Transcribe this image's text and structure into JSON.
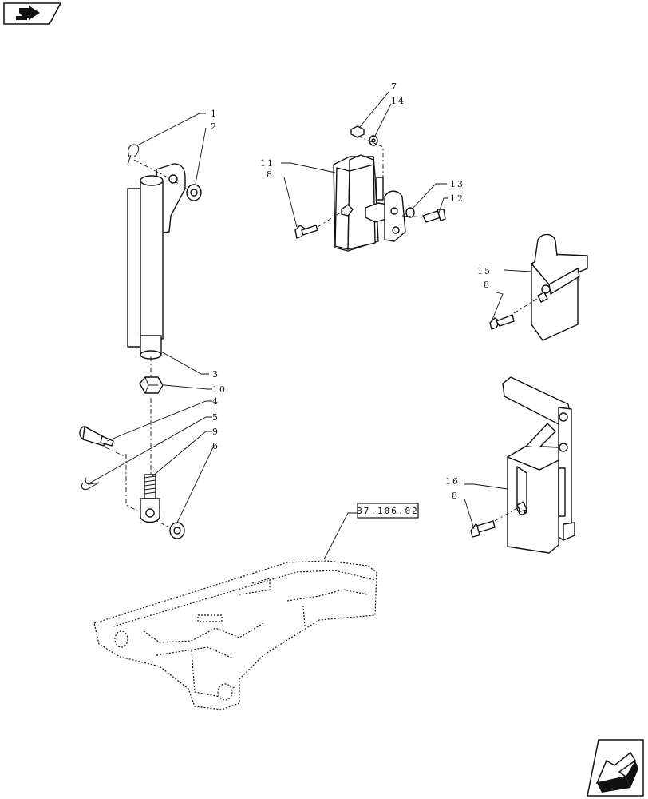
{
  "nav": {
    "top_icon": "page-back-arrow-icon",
    "bottom_icon": "page-forward-arrow-icon"
  },
  "callouts": {
    "c1": "1",
    "c2": "2",
    "c3": "3",
    "c4": "4",
    "c5": "5",
    "c6": "6",
    "c7": "7",
    "c8a": "8",
    "c8b": "8",
    "c8c": "8",
    "c9": "9",
    "c10": "10",
    "c11": "11",
    "c12": "12",
    "c13": "13",
    "c14": "14",
    "c15": "15",
    "c16": "16"
  },
  "reference": {
    "label": "37.106.02"
  }
}
